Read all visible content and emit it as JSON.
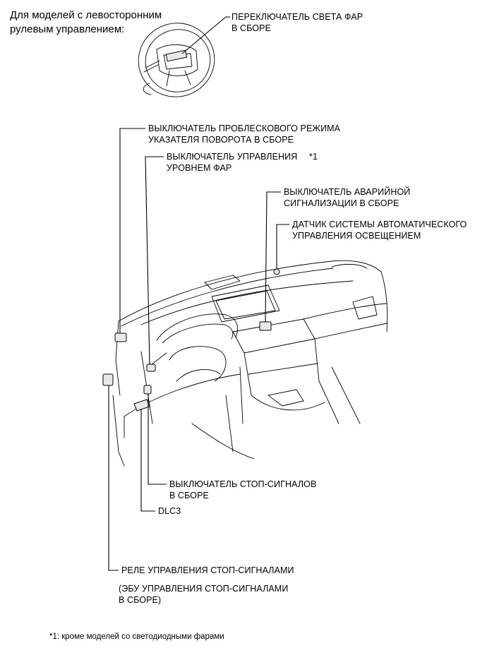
{
  "header": {
    "text": "Для моделей с левосторонним\nрулевым управлением:"
  },
  "labels": {
    "headlight_switch": "ПЕРЕКЛЮЧАТЕЛЬ СВЕТА ФАР\nВ СБОРЕ",
    "turn_flasher_switch": "ВЫКЛЮЧАТЕЛЬ ПРОБЛЕСКОВОГО РЕЖИМА\nУКАЗАТЕЛЯ ПОВОРОТА В СБОРЕ",
    "leveling_switch": "ВЫКЛЮЧАТЕЛЬ УПРАВЛЕНИЯ\nУРОВНЕМ ФАР",
    "leveling_note": "*1",
    "hazard_switch": "ВЫКЛЮЧАТЕЛЬ АВАРИЙНОЙ\nСИГНАЛИЗАЦИИ  В СБОРЕ",
    "light_sensor": "ДАТЧИК СИСТЕМЫ АВТОМАТИЧЕСКОГО\nУПРАВЛЕНИЯ ОСВЕЩЕНИЕМ",
    "stop_light_switch": "ВЫКЛЮЧАТЕЛЬ СТОП-СИГНАЛОВ\nВ СБОРЕ",
    "dlc3": "DLC3",
    "stop_relay": "РЕЛЕ УПРАВЛЕНИЯ СТОП-СИГНАЛАМИ",
    "stop_ecu": "(ЭБУ УПРАВЛЕНИЯ СТОП-СИГНАЛАМИ\nВ СБОРЕ)"
  },
  "footnote": "*1: кроме моделей со светодиодными фарами"
}
